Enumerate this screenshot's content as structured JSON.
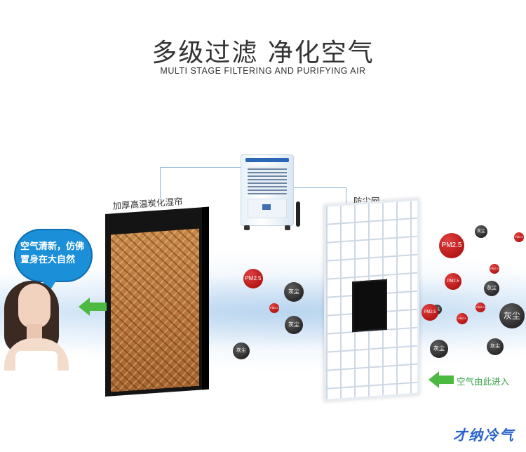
{
  "header": {
    "title_cn": "多级过滤 净化空气",
    "title_en": "MULTI STAGE FILTERING AND PURIFYING AIR"
  },
  "components": {
    "cooling_pad_label": "加厚高温炭化湿帘",
    "dust_filter_label": "防尘网"
  },
  "bubble": {
    "line1": "空气清新，仿佛",
    "line2": "置身在大自然"
  },
  "particles": {
    "pm_label": "PM2.5",
    "dust_label": "灰尘"
  },
  "intake_label": "空气由此进入",
  "watermark": "才纳冷气",
  "colors": {
    "accent_blue": "#1b8fd8",
    "arrow_green": "#4cba40",
    "particle_red": "#c41f1f",
    "particle_dark": "#333333",
    "pad_orange": "#b5723a",
    "watermark_blue": "#2a63c9"
  },
  "icons": [
    "left-arrow-icon",
    "left-arrow-icon"
  ]
}
